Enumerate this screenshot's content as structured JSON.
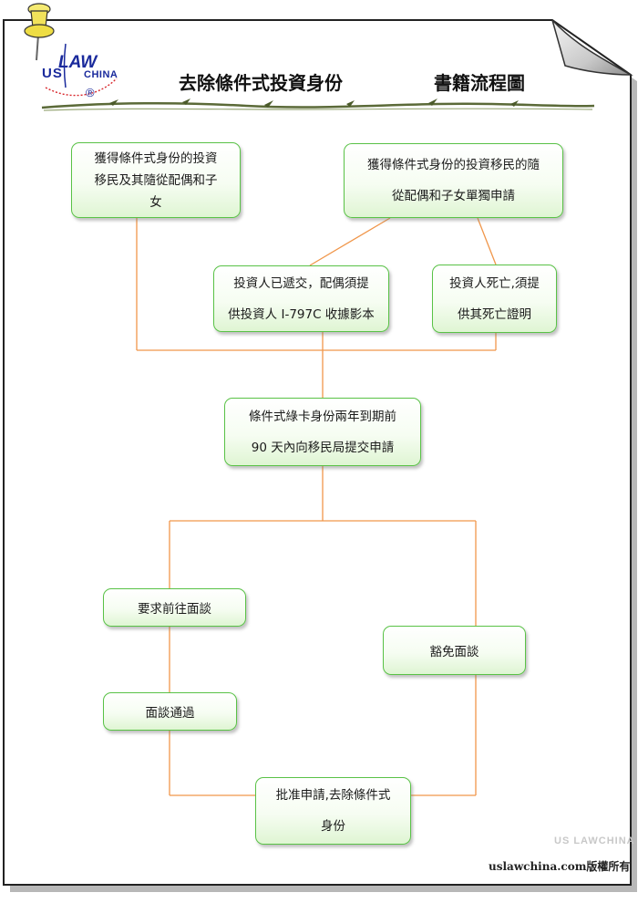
{
  "header": {
    "logo": {
      "us": "US",
      "law": "LAW",
      "china": "CHINA",
      "reg": "®"
    },
    "title_main": "去除條件式投資身份",
    "title_sub": "書籍流程圖"
  },
  "boxes": {
    "b1": {
      "lines": [
        "獲得條件式身份的投資",
        "移民及其隨從配偶和子",
        "女"
      ]
    },
    "b2": {
      "lines": [
        "獲得條件式身份的投資移民的隨",
        "從配偶和子女單獨申請"
      ]
    },
    "b3": {
      "lines": [
        "投資人已遞交，配偶須提",
        "供投資人 I-797C 收據影本"
      ]
    },
    "b4": {
      "lines": [
        "投資人死亡,須提",
        "供其死亡證明"
      ]
    },
    "b5": {
      "lines": [
        "條件式綠卡身份兩年到期前",
        "90 天內向移民局提交申請"
      ]
    },
    "b6": {
      "lines": [
        "要求前往面談"
      ]
    },
    "b7": {
      "lines": [
        "豁免面談"
      ]
    },
    "b8": {
      "lines": [
        "面談通過"
      ]
    },
    "b9": {
      "lines": [
        "批准申請,去除條件式",
        "身份"
      ]
    }
  },
  "footer": {
    "copyright": "uslawchina.com版權所有",
    "watermark": "US LAWCHINA"
  },
  "colors": {
    "connector": "#f0964a",
    "box_border": "#59c246",
    "logo_blue": "#1a2a9c",
    "logo_red": "#d8262b",
    "pin_yellow": "#f1e25a"
  },
  "icons": [
    "pushpin-icon",
    "logo-swoosh-icon",
    "vine-divider-icon",
    "page-curl-icon"
  ]
}
